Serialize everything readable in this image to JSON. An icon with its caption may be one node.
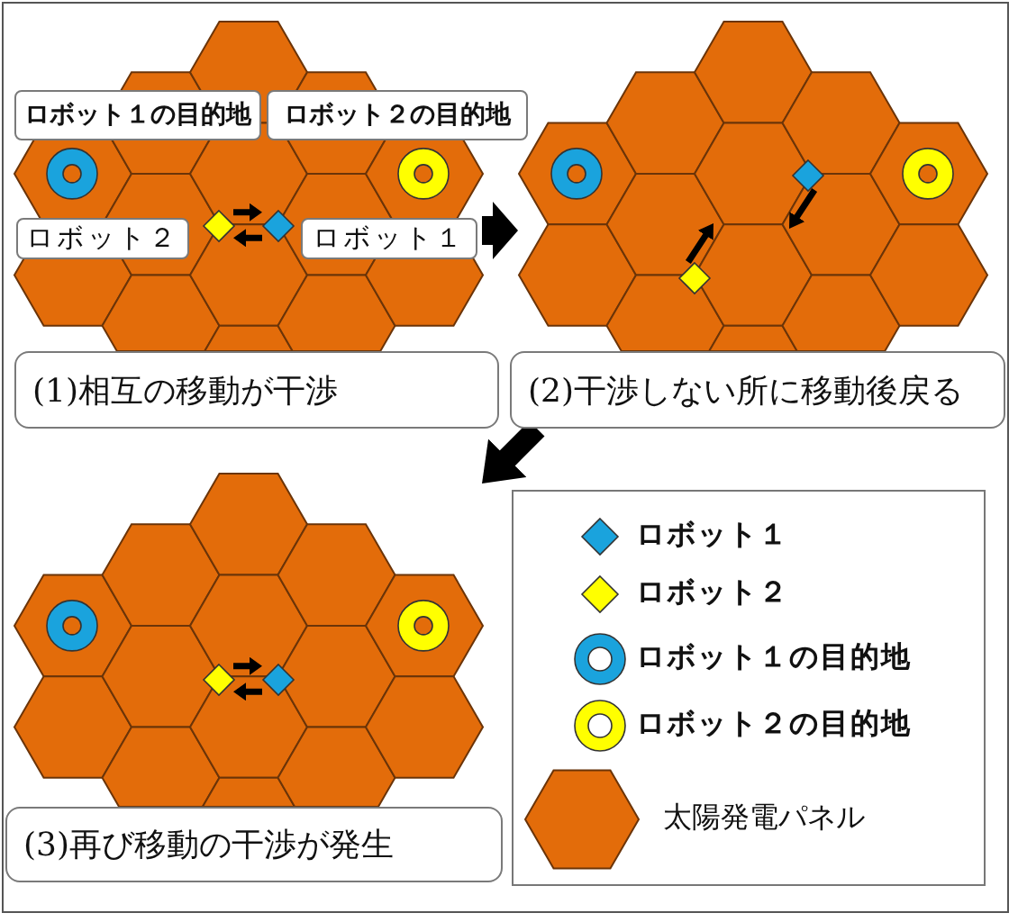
{
  "diagram": {
    "nodes": [
      {
        "text": [],
        "shape": "picture"
      },
      {
        "text": [
          "ロボット１の目的地"
        ],
        "in": 0
      },
      {
        "text": [
          "ロボット２の目的地"
        ]
      },
      {
        "text": [
          "ロボット２"
        ],
        "in": 0
      },
      {
        "text": [],
        "shape": "diamond",
        "in": 0
      },
      {
        "text": [],
        "shape": "diamond",
        "in": 0
      },
      {
        "text": [
          "ロボット１"
        ],
        "in": 0
      },
      {
        "text": [
          "(1)相互の移動が干渉"
        ]
      },
      {
        "text": [],
        "shape": "picture"
      },
      {
        "text": [],
        "shape": "diamond",
        "in": 8
      },
      {
        "text": [],
        "shape": "diamond",
        "in": 8
      },
      {
        "text": [
          "(2)干渉しない所に移動後戻る"
        ]
      },
      {
        "text": [],
        "shape": "picture"
      },
      {
        "text": [],
        "shape": "diamond",
        "in": 12
      },
      {
        "text": [],
        "shape": "diamond",
        "in": 12
      },
      {
        "text": [
          "(3)再び移動の干渉が発生"
        ]
      }
    ],
    "edges": [
      {
        "from": 0,
        "to": 8,
        "arrow": "to"
      },
      {
        "from": 11,
        "to": 12,
        "arrow": "to"
      },
      {
        "from": 4,
        "to": 5,
        "arrow": "to"
      },
      {
        "from": 5,
        "to": 4,
        "arrow": "to"
      },
      {
        "from": 10,
        "to": null,
        "arrow": "to"
      },
      {
        "from": 9,
        "to": null,
        "arrow": "to"
      },
      {
        "from": 13,
        "to": 14,
        "arrow": "to"
      },
      {
        "from": 14,
        "to": 13,
        "arrow": "to"
      }
    ],
    "legend": [
      {
        "text": "ロボット１"
      },
      {
        "text": "ロボット２"
      },
      {
        "text": "ロボット１の目的地"
      },
      {
        "text": "ロボット２の目的地"
      },
      {
        "text": "太陽発電パネル"
      }
    ]
  }
}
